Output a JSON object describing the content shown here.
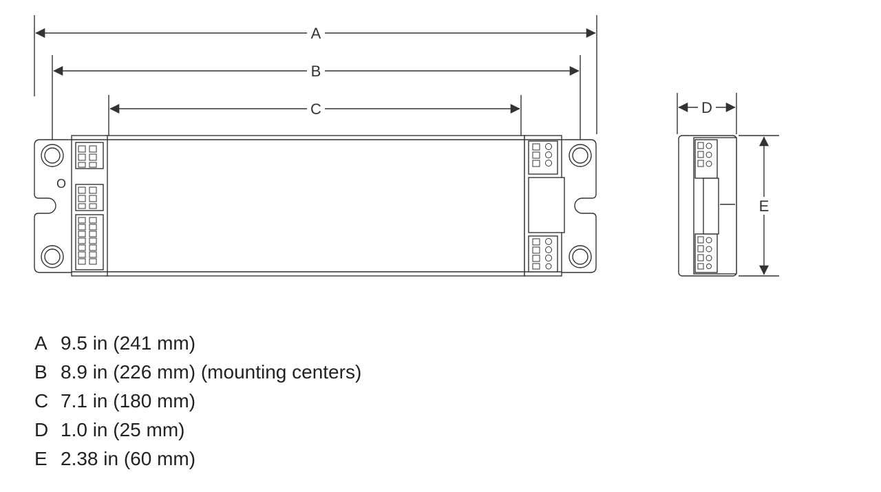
{
  "dimensions": {
    "a": {
      "letter": "A",
      "value": "9.5 in (241 mm)"
    },
    "b": {
      "letter": "B",
      "value": "8.9 in (226 mm) (mounting centers)"
    },
    "c": {
      "letter": "C",
      "value": "7.1 in (180 mm)"
    },
    "d": {
      "letter": "D",
      "value": "1.0 in (25 mm)"
    },
    "e": {
      "letter": "E",
      "value": "2.38 in (60 mm)"
    }
  },
  "markings": {
    "housing_mark": "O"
  },
  "colors": {
    "line": "#333333",
    "text": "#222222",
    "background": "#ffffff"
  }
}
